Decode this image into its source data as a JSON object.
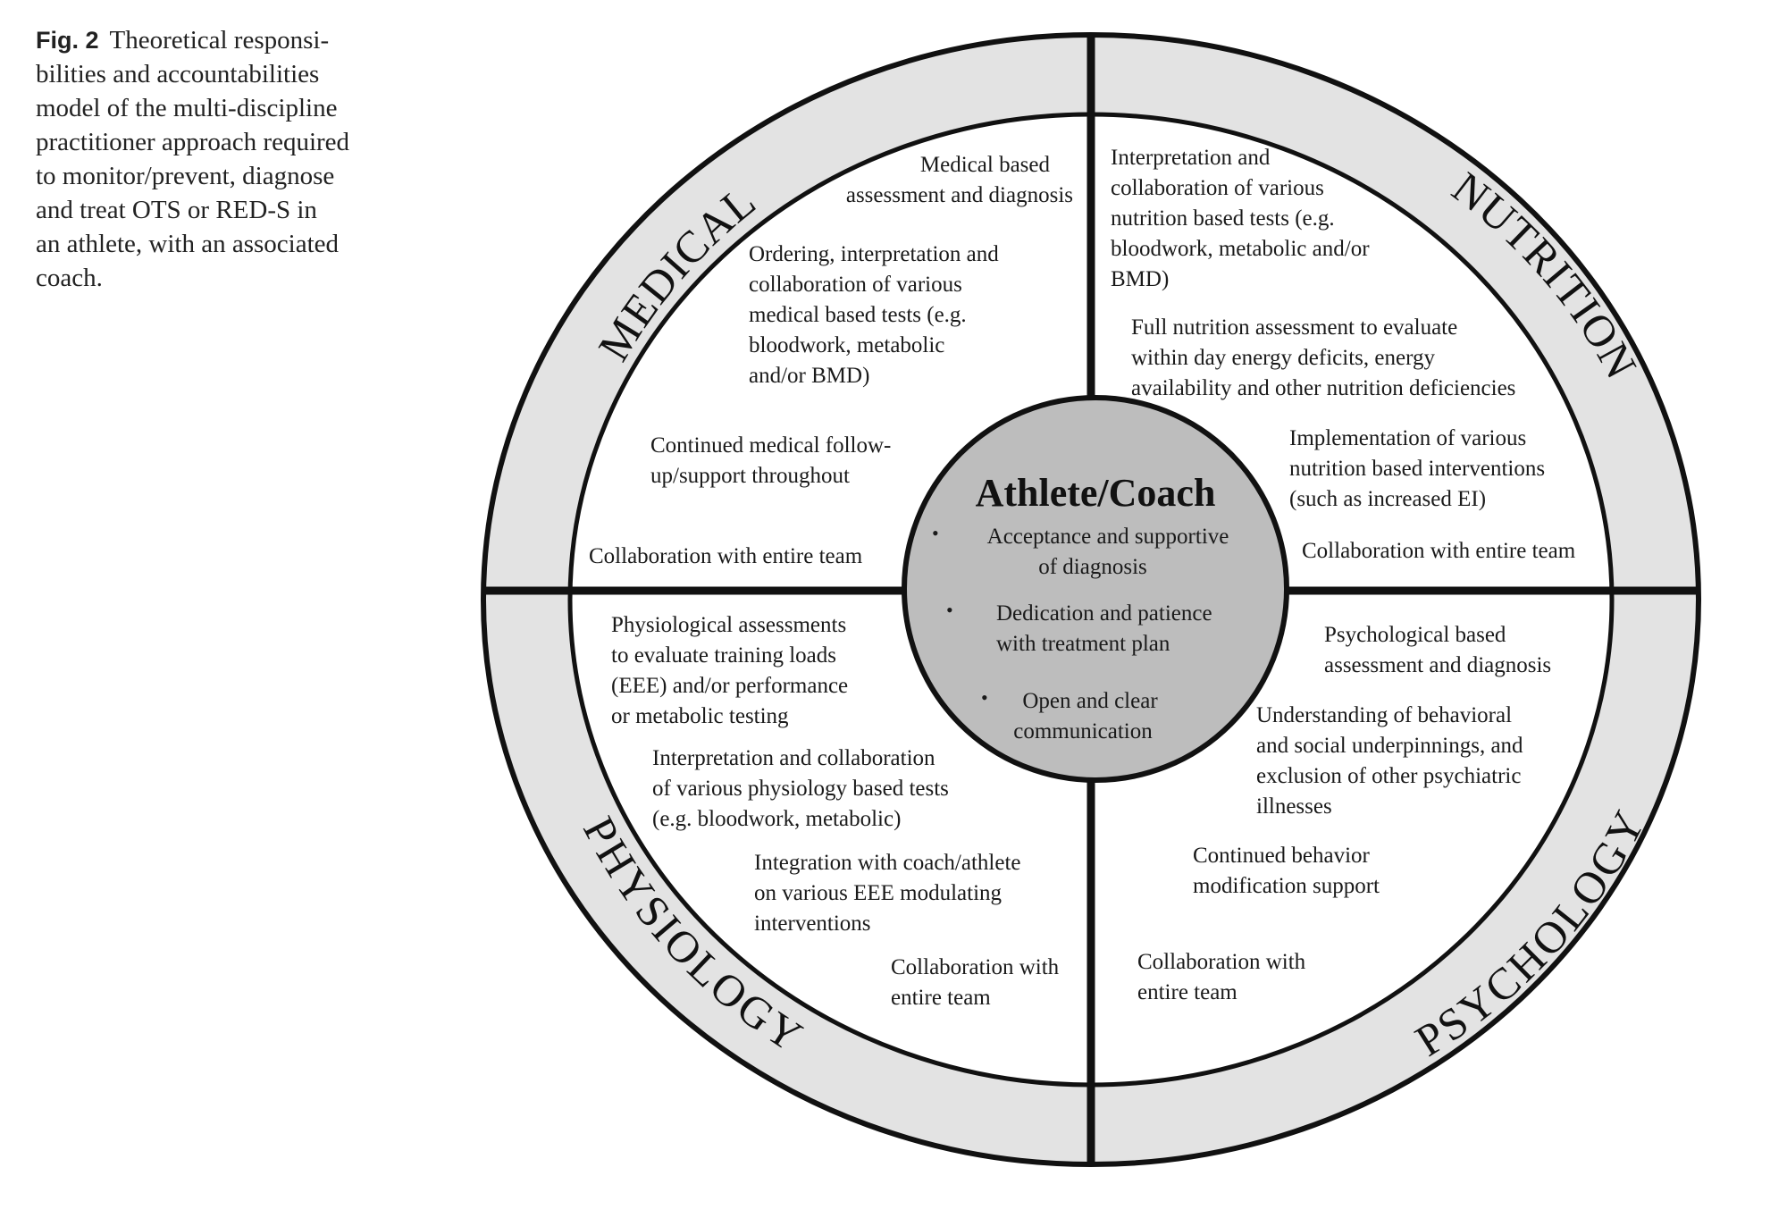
{
  "caption": {
    "label": "Fig. 2",
    "lines": [
      "Theoretical responsi-",
      "bilities and accountabilities",
      "model of the multi-discipline",
      "practitioner approach required",
      "to monitor/prevent, diagnose",
      "and treat OTS or RED-S in",
      "an athlete, with an associated",
      "coach."
    ]
  },
  "colors": {
    "ring": "#e3e3e3",
    "center": "#bdbdbd",
    "line": "#111111"
  },
  "center": {
    "title": "Athlete/Coach",
    "items": [
      [
        "Acceptance and supportive",
        "of diagnosis"
      ],
      [
        "Dedication and patience",
        "with treatment plan"
      ],
      [
        "Open and clear",
        "communication"
      ]
    ]
  },
  "ring_labels": {
    "medical": "MEDICAL",
    "nutrition": "NUTRITION",
    "physiology": "PHYSIOLOGY",
    "psychology": "PSYCHOLOGY"
  },
  "quadrants": {
    "medical": [
      [
        "Medical based",
        "assessment and diagnosis"
      ],
      [
        "Ordering, interpretation and",
        "collaboration of various",
        "medical based tests (e.g.",
        "bloodwork, metabolic",
        "and/or BMD)"
      ],
      [
        "Continued medical follow-",
        "up/support throughout"
      ],
      [
        "Collaboration with entire team"
      ]
    ],
    "nutrition": [
      [
        "Interpretation and",
        "collaboration of various",
        "nutrition based tests (e.g.",
        "bloodwork, metabolic and/or",
        "BMD)"
      ],
      [
        "Full nutrition assessment to evaluate",
        "within day energy deficits, energy",
        "availability and other nutrition deficiencies"
      ],
      [
        "Implementation of various",
        "nutrition based interventions",
        "(such as increased EI)"
      ],
      [
        "Collaboration with entire team"
      ]
    ],
    "physiology": [
      [
        "Physiological assessments",
        "to evaluate training loads",
        "(EEE) and/or performance",
        "or metabolic testing"
      ],
      [
        "Interpretation and collaboration",
        "of various physiology based tests",
        "(e.g. bloodwork, metabolic)"
      ],
      [
        "Integration with coach/athlete",
        "on various EEE modulating",
        "interventions"
      ],
      [
        "Collaboration with",
        "entire team"
      ]
    ],
    "psychology": [
      [
        "Psychological based",
        "assessment and diagnosis"
      ],
      [
        "Understanding of behavioral",
        "and social underpinnings, and",
        "exclusion of other psychiatric",
        "illnesses"
      ],
      [
        "Continued behavior",
        "modification support"
      ],
      [
        "Collaboration with",
        "entire team"
      ]
    ]
  }
}
